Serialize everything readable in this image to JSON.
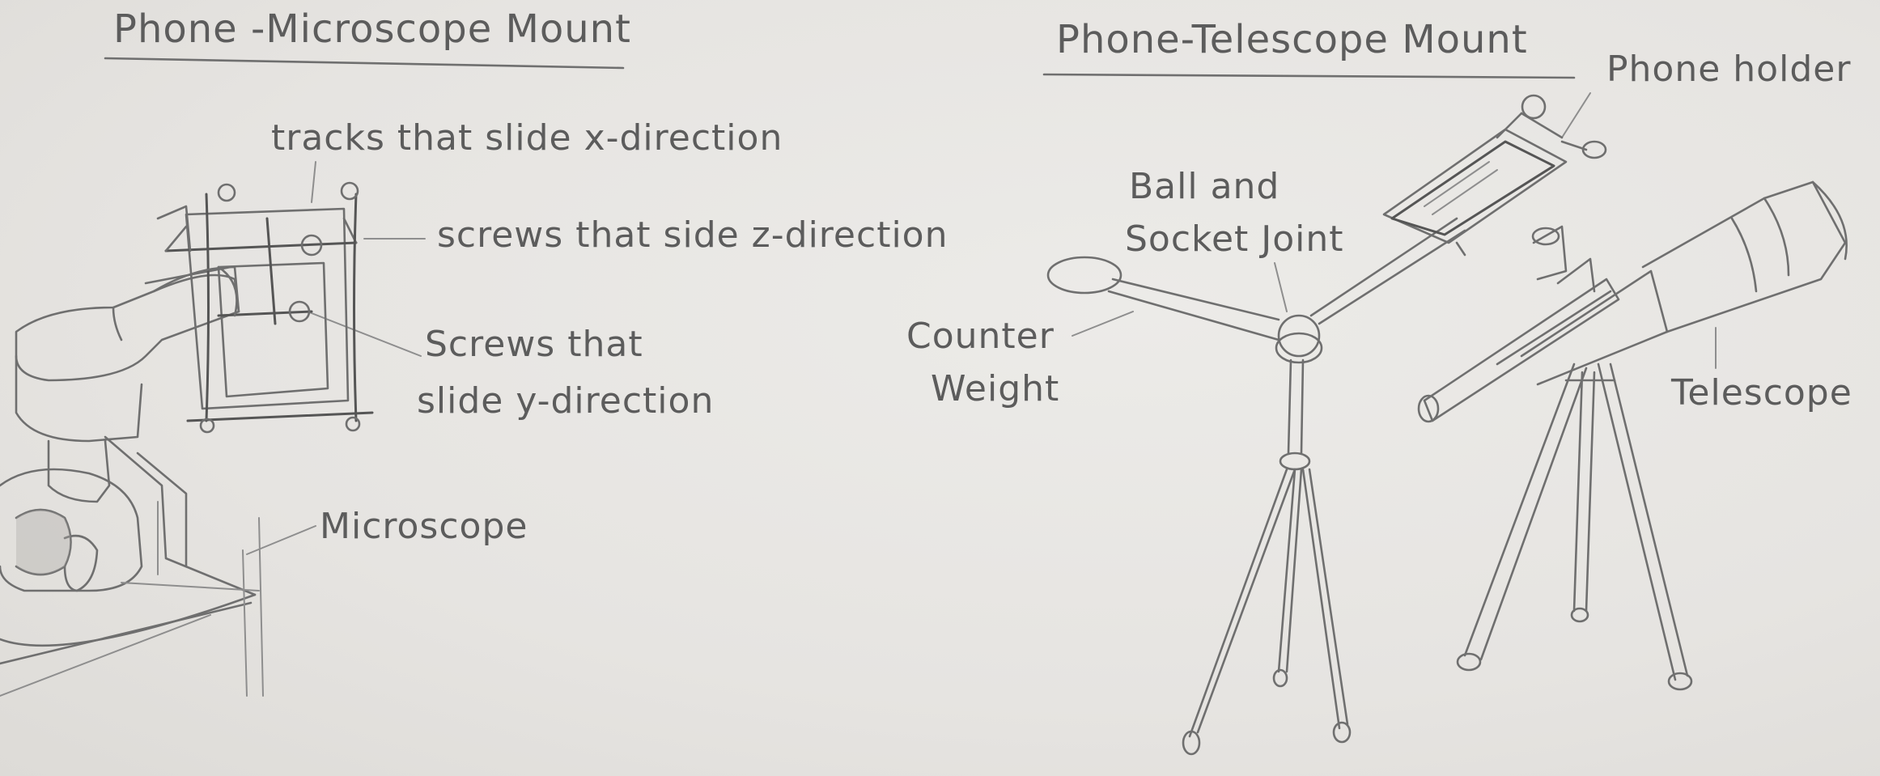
{
  "left": {
    "title": "Phone -Microscope Mount",
    "label_x_tracks": "tracks that slide x-direction",
    "label_z_screws": "screws that side z-direction",
    "label_y_screws_line1": "Screws that",
    "label_y_screws_line2": "slide y-direction",
    "label_microscope": "Microscope"
  },
  "right": {
    "title": "Phone-Telescope Mount",
    "label_phone_holder": "Phone holder",
    "label_joint_line1": "Ball and",
    "label_joint_line2": "Socket Joint",
    "label_counter_line1": "Counter",
    "label_counter_line2": "Weight",
    "label_telescope": "Telescope"
  }
}
